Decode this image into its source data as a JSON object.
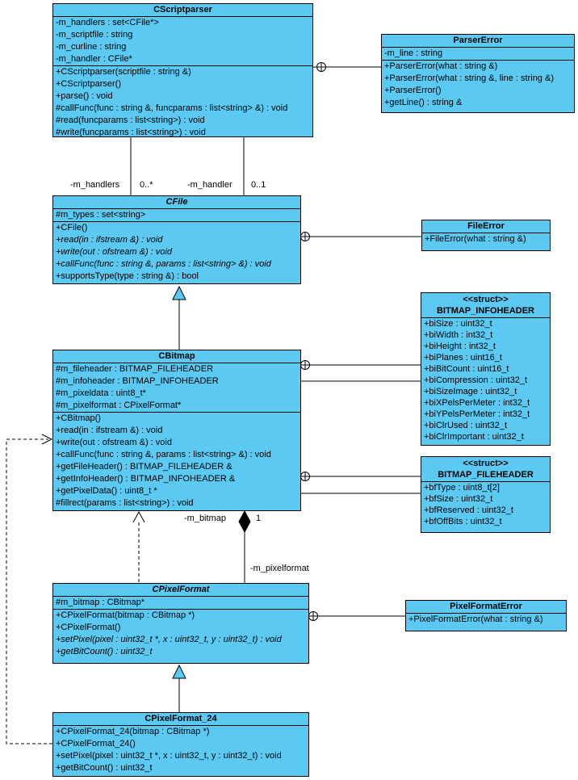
{
  "diagram": {
    "colors": {
      "class_fill": "#5cc9f2",
      "line": "#000000",
      "background": "#ffffff"
    },
    "classes": [
      {
        "name": "CScriptparser",
        "attributes": [
          "-m_handlers : set<CFile*>",
          "-m_scriptfile : string",
          "-m_curline : string",
          "-m_handler : CFile*"
        ],
        "methods": [
          "+CScriptparser(scriptfile : string &)",
          "+CScriptparser()",
          "+parse() : void",
          "#callFunc(func : string &, funcparams : list<string> &) : void",
          "#read(funcparams : list<string>) : void",
          "#write(funcparams : list<string>) : void"
        ]
      },
      {
        "name": "ParserError",
        "attributes": [
          "-m_line : string"
        ],
        "methods": [
          "+ParserError(what : string &)",
          "+ParserError(what : string &, line : string &)",
          "+ParserError()",
          "+getLine() : string &"
        ]
      },
      {
        "name": "CFile",
        "attributes": [
          "#m_types : set<string>"
        ],
        "methods": [
          "+CFile()",
          "+read(in : ifstream &) : void",
          "+write(out : ofstream &) : void",
          "+callFunc(func : string &, params : list<string> &) : void",
          "+supportsType(type : string &) : bool"
        ]
      },
      {
        "name": "FileError",
        "attributes": [],
        "methods": [
          "+FileError(what : string &)"
        ]
      },
      {
        "name": "CBitmap",
        "attributes": [
          "#m_fileheader : BITMAP_FILEHEADER",
          "#m_infoheader : BITMAP_INFOHEADER",
          "#m_pixeldata : uint8_t*",
          "#m_pixelformat : CPixelFormat*"
        ],
        "methods": [
          "+CBitmap()",
          "+read(in : ifstream &) : void",
          "+write(out : ofstream &) : void",
          "+callFunc(func : string &, params : list<string> &) : void",
          "+getFileHeader() : BITMAP_FILEHEADER &",
          "+getInfoHeader() : BITMAP_INFOHEADER &",
          "+getPixelData() : uint8_t *",
          "#fillrect(params : list<string>) : void"
        ]
      },
      {
        "stereotype": "<<struct>>",
        "name": "BITMAP_INFOHEADER",
        "attributes": [
          "+biSize : uint32_t",
          "+biWidth : int32_t",
          "+biHeight : int32_t",
          "+biPlanes : uint16_t",
          "+biBitCount : uint16_t",
          "+biCompression : uint32_t",
          "+biSizeImage : uint32_t",
          "+biXPelsPerMeter : int32_t",
          "+biYPelsPerMeter : int32_t",
          "+biClrUsed : uint32_t",
          "+biClrImportant : uint32_t"
        ],
        "methods": []
      },
      {
        "stereotype": "<<struct>>",
        "name": "BITMAP_FILEHEADER",
        "attributes": [
          "+bfType : uint8_t[2]",
          "+bfSize : uint32_t",
          "+bfReserved : uint32_t",
          "+bfOffBits : uint32_t"
        ],
        "methods": []
      },
      {
        "name": "CPixelFormat",
        "attributes": [
          "#m_bitmap : CBitmap*"
        ],
        "methods": [
          "+CPixelFormat(bitmap : CBitmap *)",
          "+CPixelFormat()",
          "+setPixel(pixel : uint32_t *, x : uint32_t, y : uint32_t) : void",
          "+getBitCount() : uint32_t"
        ]
      },
      {
        "name": "PixelFormatError",
        "attributes": [],
        "methods": [
          "+PixelFormatError(what : string &)"
        ]
      },
      {
        "name": "CPixelFormat_24",
        "attributes": [],
        "methods": [
          "+CPixelFormat_24(bitmap : CBitmap *)",
          "+CPixelFormat_24()",
          "+setPixel(pixel : uint32_t *, x : uint32_t, y : uint32_t) : void",
          "+getBitCount() : uint32_t"
        ]
      }
    ],
    "edge_labels": {
      "m_handlers": "-m_handlers",
      "mult_handlers": "0..*",
      "m_handler": "-m_handler",
      "mult_handler": "0..1",
      "m_bitmap": "-m_bitmap",
      "mult_bitmap": "1",
      "m_pixelformat": "-m_pixelformat"
    }
  }
}
